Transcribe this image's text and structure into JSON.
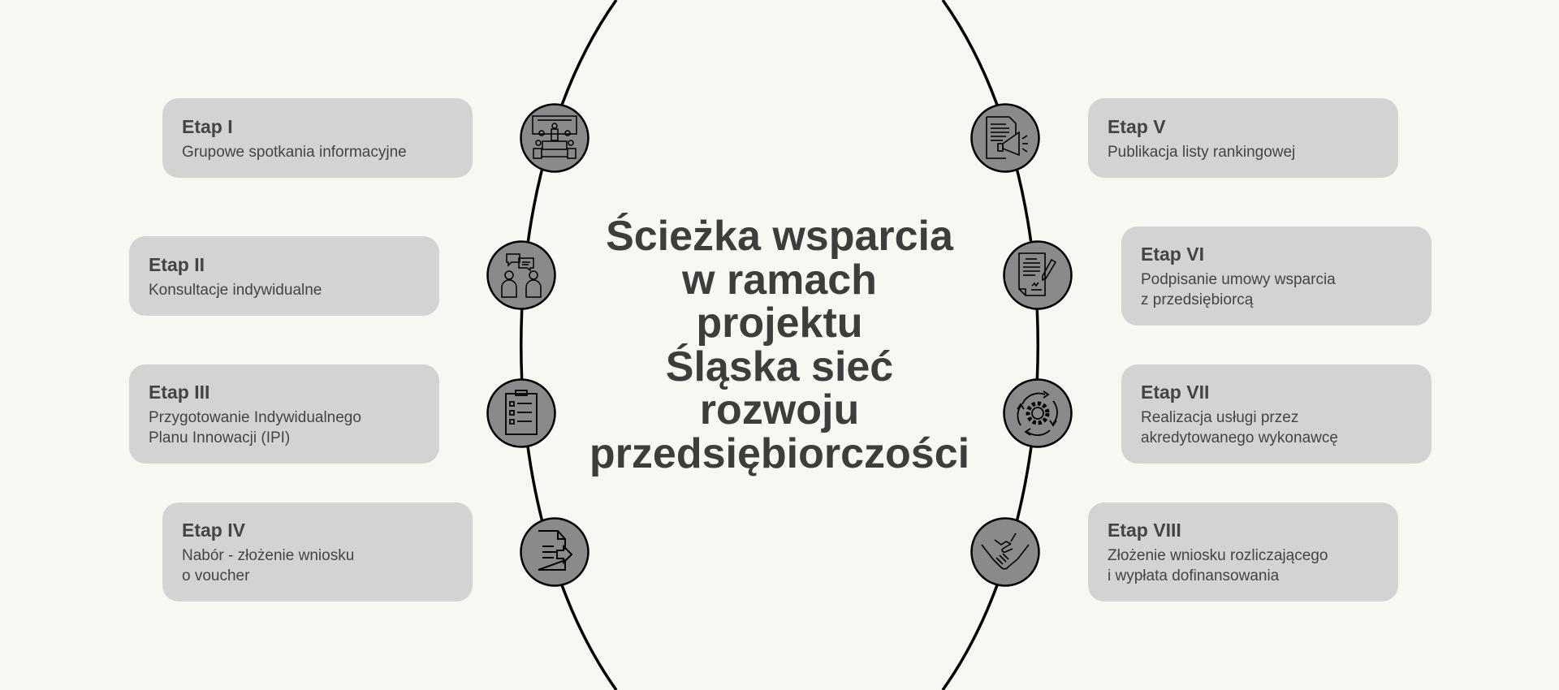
{
  "title": "Ścieżka wsparcia\nw ramach\nprojektu\nŚląska sieć\nrozwoju\nprzedsiębiorczości",
  "stages": [
    {
      "label": "Etap I",
      "description": "Grupowe spotkania informacyjne",
      "icon": "meeting-icon"
    },
    {
      "label": "Etap II",
      "description": "Konsultacje indywidualne",
      "icon": "consultation-icon"
    },
    {
      "label": "Etap III",
      "description": "Przygotowanie Indywidualnego\nPlanu Innowacji (IPI)",
      "icon": "checklist-icon"
    },
    {
      "label": "Etap IV",
      "description": "Nabór - złożenie wniosku\no voucher",
      "icon": "document-submit-icon"
    },
    {
      "label": "Etap V",
      "description": "Publikacja listy rankingowej",
      "icon": "announcement-icon"
    },
    {
      "label": "Etap VI",
      "description": "Podpisanie umowy wsparcia\nz przedsiębiorcą",
      "icon": "contract-sign-icon"
    },
    {
      "label": "Etap VII",
      "description": "Realizacja usługi przez\nakredytowanego wykonawcę",
      "icon": "gear-cycle-icon"
    },
    {
      "label": "Etap VIII",
      "description": "Złożenie wniosku rozliczającego\ni wypłata dofinansowania",
      "icon": "handshake-icon"
    }
  ],
  "colors": {
    "background": "#f9f7f1",
    "box": "#d3d3d3",
    "node": "#8a8a8a",
    "text": "#404040"
  }
}
